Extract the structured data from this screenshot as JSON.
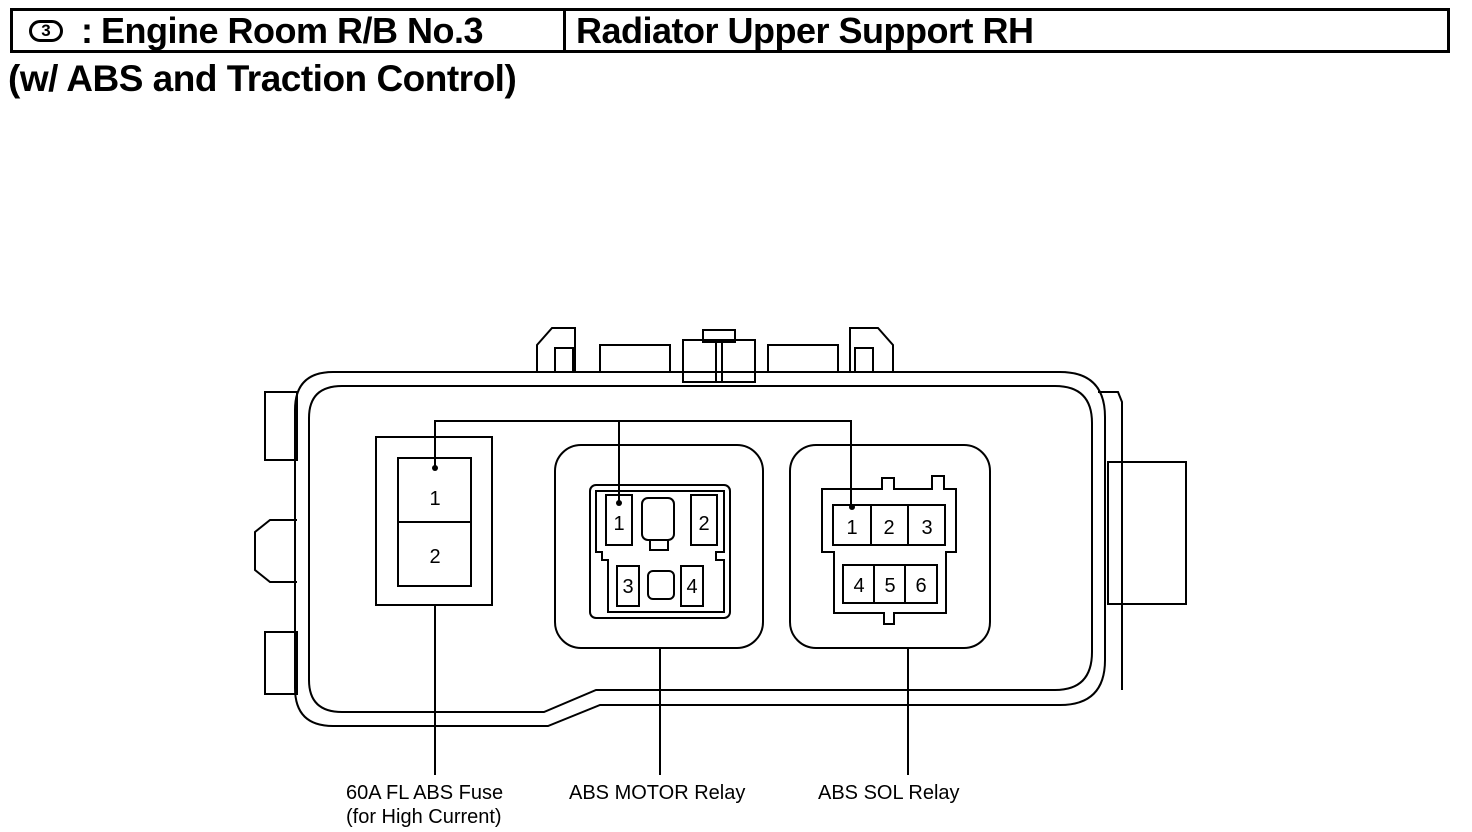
{
  "header": {
    "badge": "3",
    "separator": ":",
    "left_title": "Engine Room R/B No.3",
    "right_title": "Radiator Upper Support RH"
  },
  "subtitle": "(w/ ABS and Traction Control)",
  "fuse": {
    "pins": [
      "1",
      "2"
    ]
  },
  "motor_relay": {
    "pins": [
      "1",
      "2",
      "3",
      "4"
    ]
  },
  "sol_relay": {
    "pins": [
      "1",
      "2",
      "3",
      "4",
      "5",
      "6"
    ]
  },
  "callouts": {
    "fuse_line1": "60A FL ABS Fuse",
    "fuse_line2": "(for High Current)",
    "motor": "ABS MOTOR Relay",
    "sol": "ABS SOL Relay"
  }
}
